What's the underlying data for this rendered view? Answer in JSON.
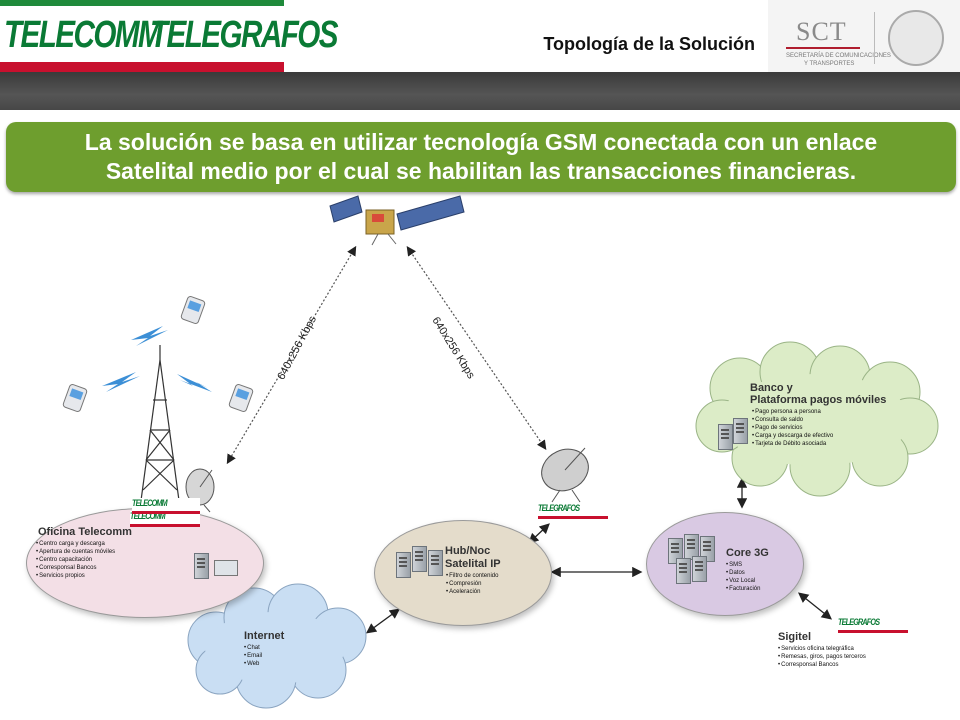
{
  "header": {
    "logo_left": "TELECOMM",
    "logo_right": "TELEGRAFOS",
    "slide_title": "Topología de la Solución",
    "sct": "SCT",
    "sct_sub_1": "SECRETARÍA DE COMUNICACIONES",
    "sct_sub_2": "Y TRANSPORTES"
  },
  "banner": {
    "line1": "La solución se basa en utilizar tecnología GSM conectada con un enlace",
    "line2": "Satelital medio por el cual se habilitan las transacciones financieras."
  },
  "links": {
    "left_speed": "640x256 Kbps",
    "right_speed": "640x256 Kbps"
  },
  "small_logo": {
    "left": "TELECOMM",
    "right": "TELEGRAFOS"
  },
  "nodes": {
    "oficina": {
      "title": "Oficina Telecomm",
      "items": [
        "Centro carga y descarga",
        "Apertura de cuentas móviles",
        "Centro capacitación",
        "Corresponsal Bancos",
        "Servicios propios"
      ]
    },
    "hub": {
      "title_1": "Hub/Noc",
      "title_2": "Satelital IP",
      "items": [
        "Filtro de contenido",
        "Compresión",
        "Aceleración"
      ]
    },
    "core": {
      "title": "Core 3G",
      "items": [
        "SMS",
        "Datos",
        "Voz Local",
        "Facturación"
      ]
    },
    "banco": {
      "title_1": "Banco y",
      "title_2": "Plataforma pagos móviles",
      "items": [
        "Pago persona a persona",
        "Consulta de saldo",
        "Pago de servicios",
        "Carga y descarga de efectivo",
        "Tarjeta de Débito asociada"
      ]
    },
    "internet": {
      "title": "Internet",
      "items": [
        "Chat",
        "Email",
        "Web"
      ]
    },
    "sigitel": {
      "title": "Sigitel",
      "items": [
        "Servicios oficina telegráfica",
        "Remesas, giros, pagos terceros",
        "Corresponsal Bancos"
      ]
    }
  },
  "colors": {
    "banner": "#6e9e2e",
    "oficina_fill": "#f3dfe6",
    "hub_fill": "#e4dccb",
    "core_fill": "#d9c9e3",
    "cloud_blue": "#c9def3",
    "cloud_green": "#dcecc7"
  }
}
